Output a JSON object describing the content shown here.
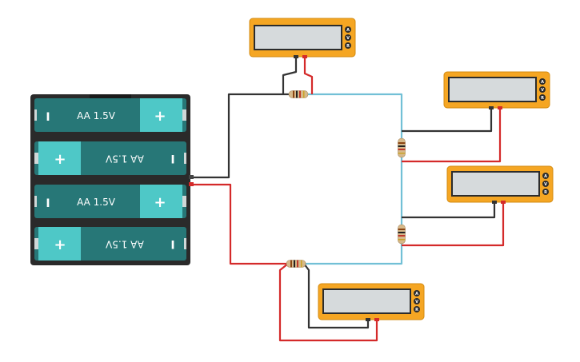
{
  "battery_pack": {
    "cells": [
      {
        "label": "AA 1.5V",
        "orientation": "normal"
      },
      {
        "label": "AA 1.5V",
        "orientation": "flipped"
      },
      {
        "label": "AA 1.5V",
        "orientation": "normal"
      },
      {
        "label": "AA 1.5V",
        "orientation": "flipped"
      }
    ],
    "plus_sign": "+",
    "minus_sign": "I"
  },
  "multimeter": {
    "modes": [
      "A",
      "V",
      "R"
    ]
  },
  "colors": {
    "wire_black": "#333333",
    "wire_red": "#d42a2a",
    "wire_cyan": "#72c0d6",
    "meter_body": "#f5a623",
    "meter_screen": "#d6dadc",
    "cell_dark": "#277777",
    "cell_light": "#4ec8c7",
    "holder": "#2a2a2a"
  }
}
